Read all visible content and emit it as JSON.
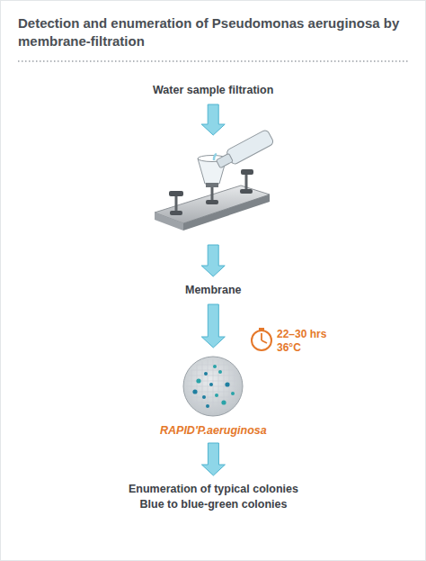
{
  "diagram": {
    "title": "Detection and enumeration of Pseudomonas aeruginosa by membrane-filtration",
    "nodes": [
      {
        "text": [
          "Water sample filtration"
        ]
      },
      {
        "text": [
          "Membrane"
        ]
      },
      {
        "text": [
          "RAPID'P.aeruginosa"
        ]
      },
      {
        "text": [
          "Enumeration of typical colonies",
          "Blue to blue-green colonies"
        ]
      }
    ],
    "edges": [
      {
        "from": 0,
        "to": 1,
        "arrow": "to"
      },
      {
        "from": 1,
        "to": 2,
        "arrow": "to"
      },
      {
        "from": 2,
        "to": 3,
        "arrow": "to"
      }
    ],
    "labels": [
      "22–30 hrs",
      "36°C"
    ]
  }
}
